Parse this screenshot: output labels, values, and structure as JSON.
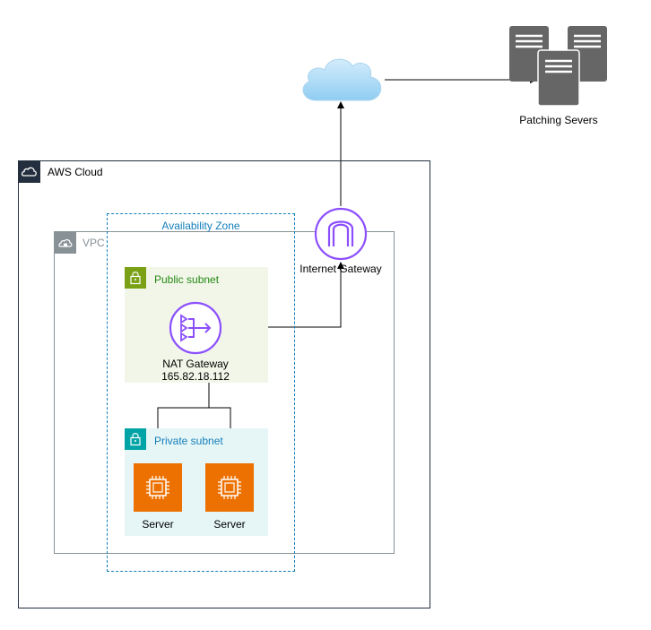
{
  "diagram": {
    "aws_cloud": {
      "label": "AWS Cloud"
    },
    "availability_zone": {
      "label": "Availability Zone"
    },
    "vpc": {
      "label": "VPC"
    },
    "public_subnet": {
      "label": "Public subnet"
    },
    "private_subnet": {
      "label": "Private subnet"
    },
    "nat_gateway": {
      "name": "NAT Gateway",
      "ip": "165.82.18.112"
    },
    "internet_gateway": {
      "label": "Internet Gateway"
    },
    "servers": [
      {
        "label": "Server"
      },
      {
        "label": "Server"
      }
    ],
    "patching_servers": {
      "label": "Patching Severs"
    },
    "colors": {
      "aws_cloud_border": "#232f3e",
      "az_border": "#147eba",
      "vpc_border": "#879196",
      "public_subnet_fill": "#f2f6e8",
      "public_subnet_accent": "#7aa116",
      "public_subnet_text": "#248814",
      "private_subnet_fill": "#e6f6f7",
      "private_subnet_accent": "#00a4a6",
      "private_subnet_text": "#147eba",
      "gateway_purple": "#8c4fff",
      "server_orange": "#ed7100",
      "cloud_blue": "#9fd6f5",
      "patch_server_gray": "#666666"
    },
    "icons": [
      "aws-cloud-icon",
      "vpc-lock-icon",
      "subnet-lock-icon",
      "nat-gateway-icon",
      "internet-gateway-icon",
      "ec2-instance-icon",
      "internet-cloud-icon",
      "patching-servers-icon"
    ]
  }
}
